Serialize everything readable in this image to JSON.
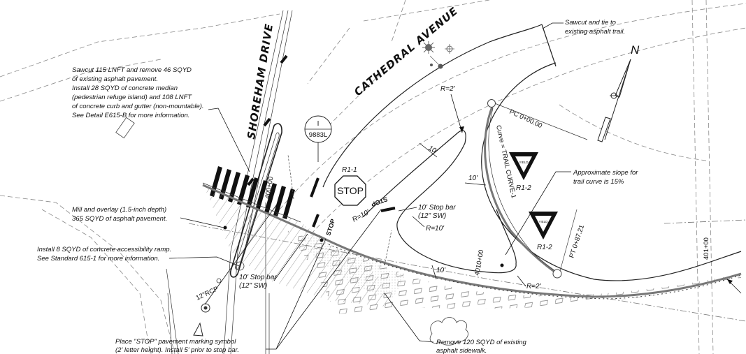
{
  "roads": {
    "shoreham": "SHOREHAM DRIVE",
    "cathedral": "CATHEDRAL AVENUE"
  },
  "north_arrow": "N",
  "notes": {
    "sawcut_median": [
      "Sawcut 115 LNFT and remove 46 SQYD",
      "of existing asphalt pavement.",
      "Install 28 SQYD of concrete median",
      "(pedestrian refuge island) and 108 LNFT",
      "of concrete curb and gutter (non-mountable).",
      "See Detail E615-B for more information."
    ],
    "mill_overlay": [
      "Mill and overlay (1.5-inch depth)",
      "365 SQYD of asphalt pavement."
    ],
    "ramp": [
      "Install 8 SQYD of concrete accessibility ramp.",
      "See Standard 615-1 for more information."
    ],
    "stop_symbol": [
      "Place \"STOP\" pavement marking symbol",
      "(2' letter height). Install 5' prior to stop bar."
    ],
    "remove_sidewalk": [
      "Remove 120 SQYD of existing",
      "asphalt sidewalk."
    ],
    "sawcut_tie": [
      "Sawcut and tie to",
      "existing asphalt trail."
    ],
    "slope": [
      "Approximate slope for",
      "trail curve is 15%"
    ]
  },
  "stop_bars": {
    "left": [
      "10' Stop bar",
      "(12\" SW)"
    ],
    "right": [
      "10' Stop bar",
      "(12\" SW)"
    ]
  },
  "signs": {
    "r1_1_code": "R1-1",
    "r1_1_text": "STOP",
    "r1_2_a_code": "R1-2",
    "r1_2_b_code": "R1-2",
    "yield_text": "YIELD",
    "ped_sign_top": "I",
    "ped_sign_num": "9883L"
  },
  "dimensions": {
    "r2_top": "R=2'",
    "r2_bottom": "R=2'",
    "r10_a": "R=10'",
    "r10_b": "R=10'",
    "w10_a": "10'",
    "w10_b": "10'",
    "w10_c": "10'"
  },
  "stations": {
    "pc": "PC 0+00.00",
    "pt": "PT 0+87.21",
    "curve": "Curve = TRAIL CURVE-1",
    "s400": "400+00",
    "s401": "401+00",
    "s4010": "4010+00"
  },
  "pavement_marking": "STOP",
  "rcp": "12\"RCP"
}
